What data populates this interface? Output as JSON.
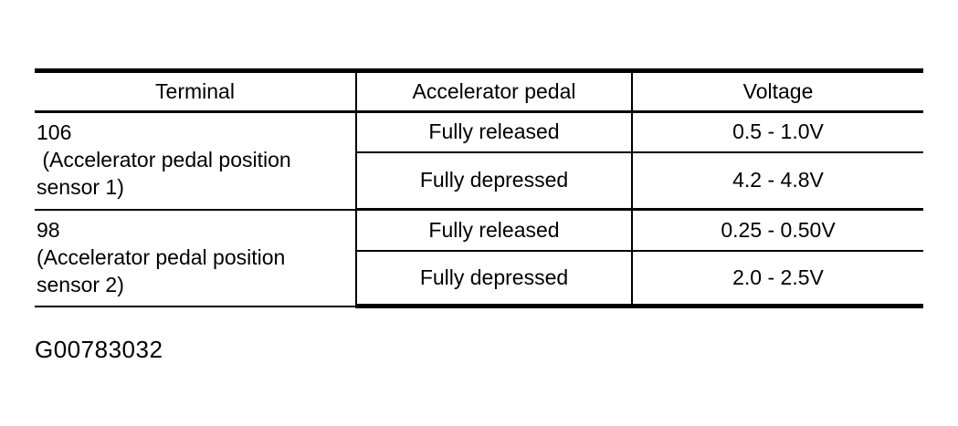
{
  "page": {
    "caption": "G00783032"
  },
  "colors": {
    "background": "#ffffff",
    "text": "#000000",
    "border": "#000000"
  },
  "table": {
    "headers": [
      "Terminal",
      "Accelerator pedal",
      "Voltage"
    ],
    "groups": [
      {
        "terminal": "106\n (Accelerator pedal position\nsensor 1)",
        "rows": [
          {
            "pedal": "Fully released",
            "voltage": "0.5 - 1.0V"
          },
          {
            "pedal": "Fully depressed",
            "voltage": "4.2 - 4.8V"
          }
        ]
      },
      {
        "terminal": "98\n(Accelerator pedal position\nsensor 2)",
        "rows": [
          {
            "pedal": "Fully released",
            "voltage": "0.25 - 0.50V"
          },
          {
            "pedal": "Fully depressed",
            "voltage": "2.0 - 2.5V"
          }
        ]
      }
    ]
  }
}
